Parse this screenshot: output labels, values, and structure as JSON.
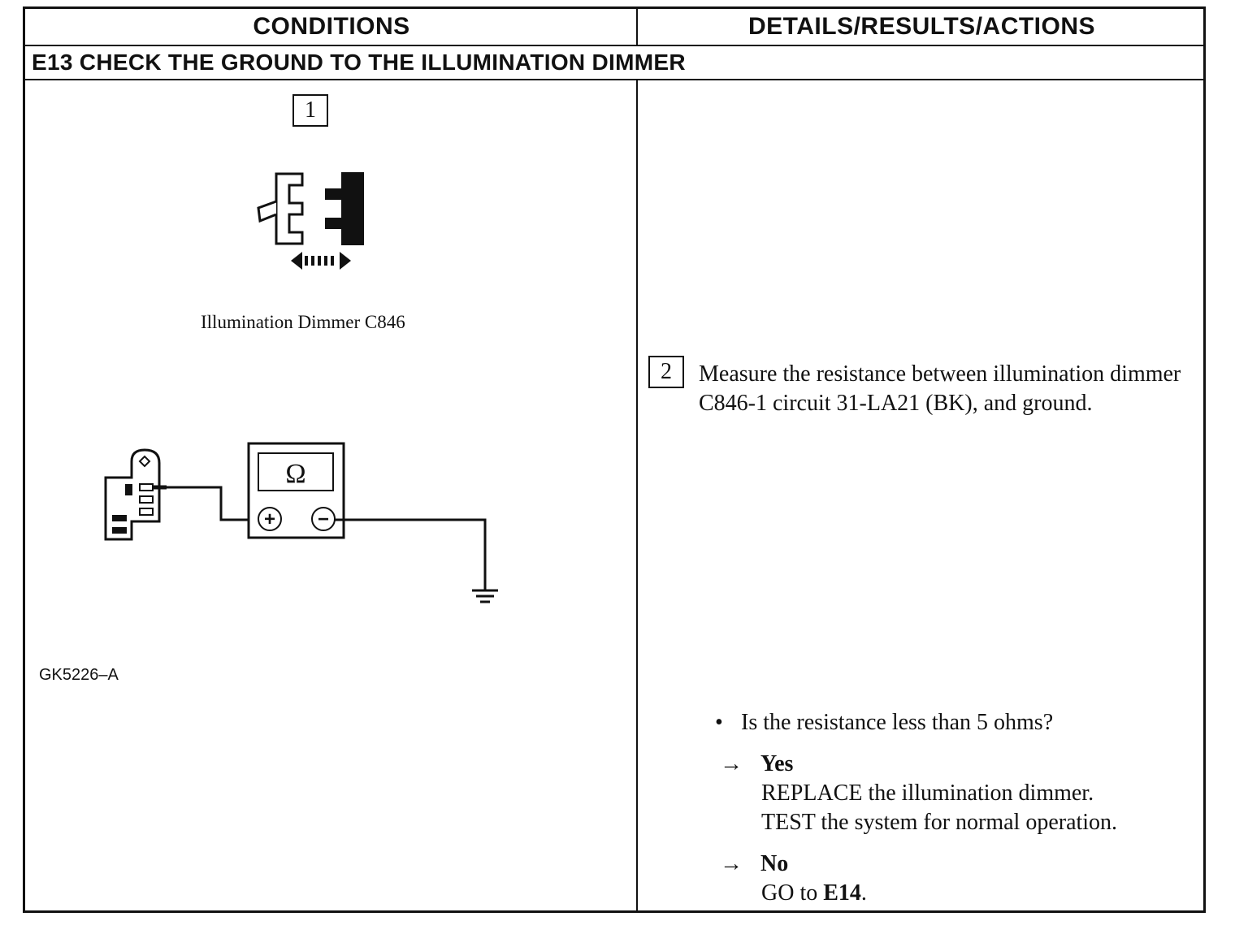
{
  "header": {
    "conditions": "CONDITIONS",
    "details": "DETAILS/RESULTS/ACTIONS"
  },
  "step_title": "E13 CHECK THE GROUND TO THE ILLUMINATION DIMMER",
  "step1": {
    "number": "1",
    "caption": "Illumination Dimmer C846"
  },
  "diagram": {
    "meter_symbol": "Ω",
    "plus": "+",
    "minus": "−",
    "figure_id": "GK5226–A"
  },
  "step2": {
    "number": "2",
    "instruction": "Measure the resistance between illumination dimmer C846-1 circuit 31-LA21 (BK), and ground."
  },
  "question": {
    "bullet": "•",
    "text": "Is the resistance less than 5 ohms?"
  },
  "answers": [
    {
      "arrow": "→",
      "label": "Yes",
      "line1": "REPLACE the illumination dimmer.",
      "line2": "TEST the system for normal operation."
    },
    {
      "arrow": "→",
      "label": "No",
      "line1_prefix": "GO to ",
      "line1_ref": "E14",
      "line1_suffix": "."
    }
  ]
}
